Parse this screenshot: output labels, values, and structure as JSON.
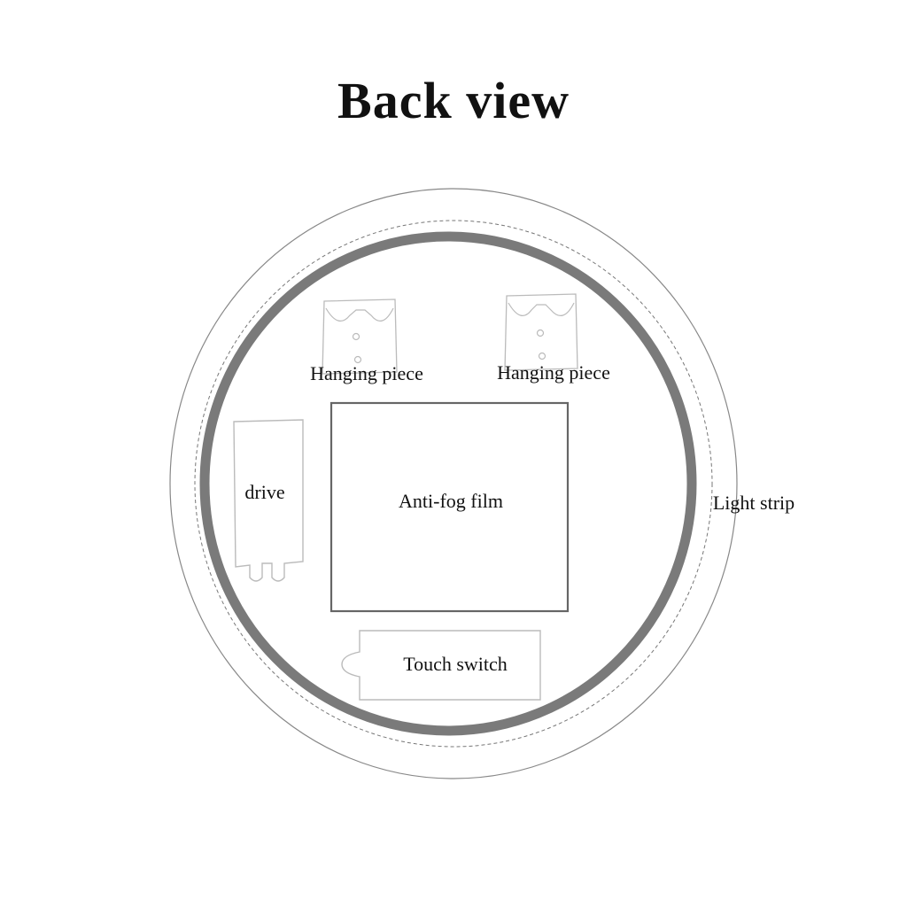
{
  "title": "Back view",
  "labels": {
    "hanging_piece_left": "Hanging piece",
    "hanging_piece_right": "Hanging piece",
    "drive": "drive",
    "anti_fog_film": "Anti-fog film",
    "light_strip": "Light strip",
    "touch_switch": "Touch switch"
  },
  "colors": {
    "ring": "#7a7a7a",
    "outline": "#555555",
    "faint_outline": "#bbbbbb",
    "text": "#111111"
  }
}
